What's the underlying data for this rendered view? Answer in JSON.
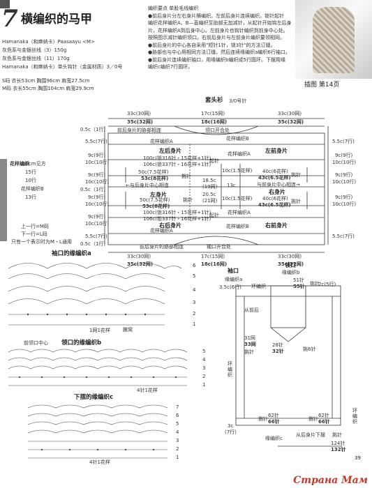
{
  "header": {
    "number": "7",
    "title": "横编织的马甲"
  },
  "specs": [
    "Hamanaka（和麻纳卡）Paasaayu <M>",
    "灰色系与金银丝线（3）150g",
    "灰色系与金银丝线（11）170g",
    "Hamanaka（和麻纳卡）单头钩针（金属材质）3／0号",
    "",
    "S码 衣长53cm 胸围96cm 肩宽27.5cm",
    "M码 衣长55cm 胸围104cm 肩宽29.9cm"
  ],
  "notes": [
    "编织要点  单股毛线编织",
    "●前后身片分左右身片横编织。左前后身片连续编织。锁针起针",
    "编织花样编织A、B—直编织至肋部无加减针，从起针开始钩左后身",
    "片，花样编织A到后身中心。左前身片也钩针编织到前身中心处。",
    "按照图示减针编织领口。右前后身片与左前身片编织要领相同。",
    "●前后身片的中心各自采用\"短针1针，锁3针\"的方法订缝。",
    "●胁部也与中心用相同方法订缝。然后连续缘编织a编织6行袖口。",
    "●前后身片连续编织袖口，用缘编织b编织成5行圆环。下摆用缘",
    "编织c编织7行圆环。"
  ],
  "figure_ref": "插图 第14页",
  "main": {
    "title": "套头衫",
    "needle": "3/0号针",
    "top_dims": [
      "33c(30网)",
      "35c(32网)",
      "17c(15网)",
      "18c(16网)",
      "33c(30网)",
      "35c(32网)"
    ],
    "bottom_dims": [
      "33c(30网)",
      "35c(32网)",
      "17c(15网)",
      "18c(16网)",
      "33c(30网)",
      "35c(32网)"
    ],
    "rows_left": [
      "0.5c（1行）",
      "5.5c(7行)",
      "9c(9行)",
      "10c(10行)",
      "9c(9行)",
      "10c(10行)",
      "0.5c（1行）",
      "9c(9行)",
      "10c(10行)",
      "9c(9行)",
      "10c(10行)",
      "5.5c(7行)",
      "0.5c（1行）"
    ],
    "rows_right": [
      "5.5c(7行)",
      "9c(9行)",
      "10c(10行)",
      "9c(9行)",
      "10c(10行)",
      "9c(9行)",
      "10c(10行)",
      "5.5c(7行)"
    ],
    "labels": {
      "seam_front": "前后身片的胁部相连",
      "neck_open": "领口开合处",
      "pattern_b": "花样编织B",
      "pattern_a": "花样编织A",
      "left_back": "左后身片",
      "left_front": "左前身片",
      "right_back": "右后身片",
      "right_front": "右前身片",
      "left_body": "左身片",
      "right_body": "右身片",
      "cast_on": "起针",
      "decrease": "挑针",
      "to_back_center": "←与后身片中心相连",
      "to_front_center": "与前身片中心相连→",
      "seam_back": "前后身片的胁部相连",
      "neck_open2": "袖口开合处"
    },
    "cast": {
      "r1a": "100c(锁316针・15花样+1针)",
      "r1b": "106c(锁337针・16花样+1针)",
      "r2a": "50c(7.5花样)",
      "r2b": "53c(8花样)",
      "r3a": "50c(7.5花样)",
      "r3b": "53c(8花样)",
      "r4a": "100c(锁316针・15花样+1针)",
      "r4b": "106c(锁337针・16花样+1针)",
      "mid1": "10c(1.5花样)",
      "mid2": "18.5c",
      "mid3": "(19网)",
      "mid4": "13c",
      "mid5": "20.5c",
      "mid6": "(21网)",
      "mid7": "10c(1.5花样)",
      "r5a": "40c(6花样)",
      "r5b": "43c(6.5花样)",
      "r6a": "40c(6花样)",
      "r6b": "43c(6.5花样)"
    }
  },
  "legend": {
    "gauge_title": "花样编织",
    "gauge_line1": "10cm见方",
    "gauge_items": [
      "15行",
      "10行",
      "花样编织B",
      "13行"
    ],
    "note1": "上一行=M码",
    "note2": "下一行=L码",
    "note3": "只有一个表示时为M・L通用"
  },
  "edging": {
    "a_title": "袖口的缘编织a",
    "a_rows": [
      "6",
      "5",
      "4",
      "3",
      "2",
      "1"
    ],
    "a_repeat": "1网1花样",
    "b_center": "前领口中心",
    "b_title": "领口的缘编织b",
    "b_label_side": "腋窝",
    "b_rows": [
      "5",
      "4",
      "3",
      "2",
      "1"
    ],
    "b_repeat": "4针1花样",
    "c_title": "下摆的缘编织c",
    "c_rows": [
      "7",
      "6",
      "5",
      "4",
      "3",
      "2",
      "1"
    ],
    "c_repeat": "4针1花样"
  },
  "right_diagram": {
    "armhole": "袖口",
    "neck": "领口",
    "edge_a": "缘编织a",
    "edge_b": "缘编织b",
    "edge_ring": "环编织",
    "st_51": "51针",
    "st_55": "55针",
    "pick": "挑针",
    "dim_35c": "3.5c(6行)",
    "dim_2c": "2c(5行)",
    "from_back": "从前后",
    "net31": "31网",
    "net33": "33网",
    "st28": "28针",
    "st32": "32针",
    "pick_neck": "挑6针",
    "ring_left": "环编织",
    "ring_right": "环编织",
    "st62": "62针",
    "st66": "66针",
    "st62b": "62针",
    "st66b": "66针",
    "dim_3c": "3c",
    "dim_7r": "(7行)",
    "edge_c": "缘编织c",
    "from_hem": "从后身片下摆",
    "pick2": "挑针",
    "st124": "124针",
    "st132": "132针"
  },
  "page_number": "39",
  "watermark": "Страна Мам"
}
